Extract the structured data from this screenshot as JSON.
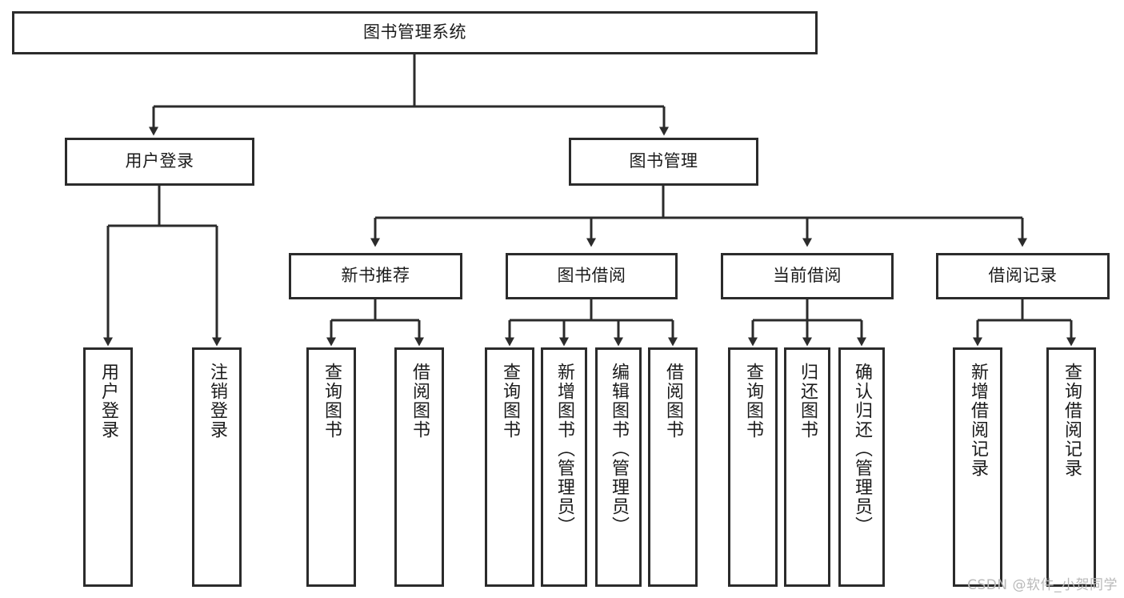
{
  "diagram": {
    "type": "tree",
    "title": "图书管理系统",
    "root": {
      "label": "图书管理系统"
    },
    "level1": [
      {
        "label": "用户登录"
      },
      {
        "label": "图书管理"
      }
    ],
    "level2": [
      {
        "label": "新书推荐"
      },
      {
        "label": "图书借阅"
      },
      {
        "label": "当前借阅"
      },
      {
        "label": "借阅记录"
      }
    ],
    "leaves": {
      "user_login": [
        {
          "label": "用户登录"
        },
        {
          "label": "注销登录"
        }
      ],
      "new_book_recommend": [
        {
          "label": "查询图书"
        },
        {
          "label": "借阅图书"
        }
      ],
      "book_borrow": [
        {
          "label": "查询图书"
        },
        {
          "label": "新增图书（管理员）"
        },
        {
          "label": "编辑图书（管理员）"
        },
        {
          "label": "借阅图书"
        }
      ],
      "current_borrow": [
        {
          "label": "查询图书"
        },
        {
          "label": "归还图书"
        },
        {
          "label": "确认归还（管理员）"
        }
      ],
      "borrow_record": [
        {
          "label": "新增借阅记录"
        },
        {
          "label": "查询借阅记录"
        }
      ]
    }
  },
  "watermark": {
    "text": "CSDN @软件_小贺同学"
  },
  "colors": {
    "stroke": "#2b2b2b",
    "fill": "#ffffff",
    "text": "#1b1b1b",
    "watermark": "#b9b9b9"
  }
}
